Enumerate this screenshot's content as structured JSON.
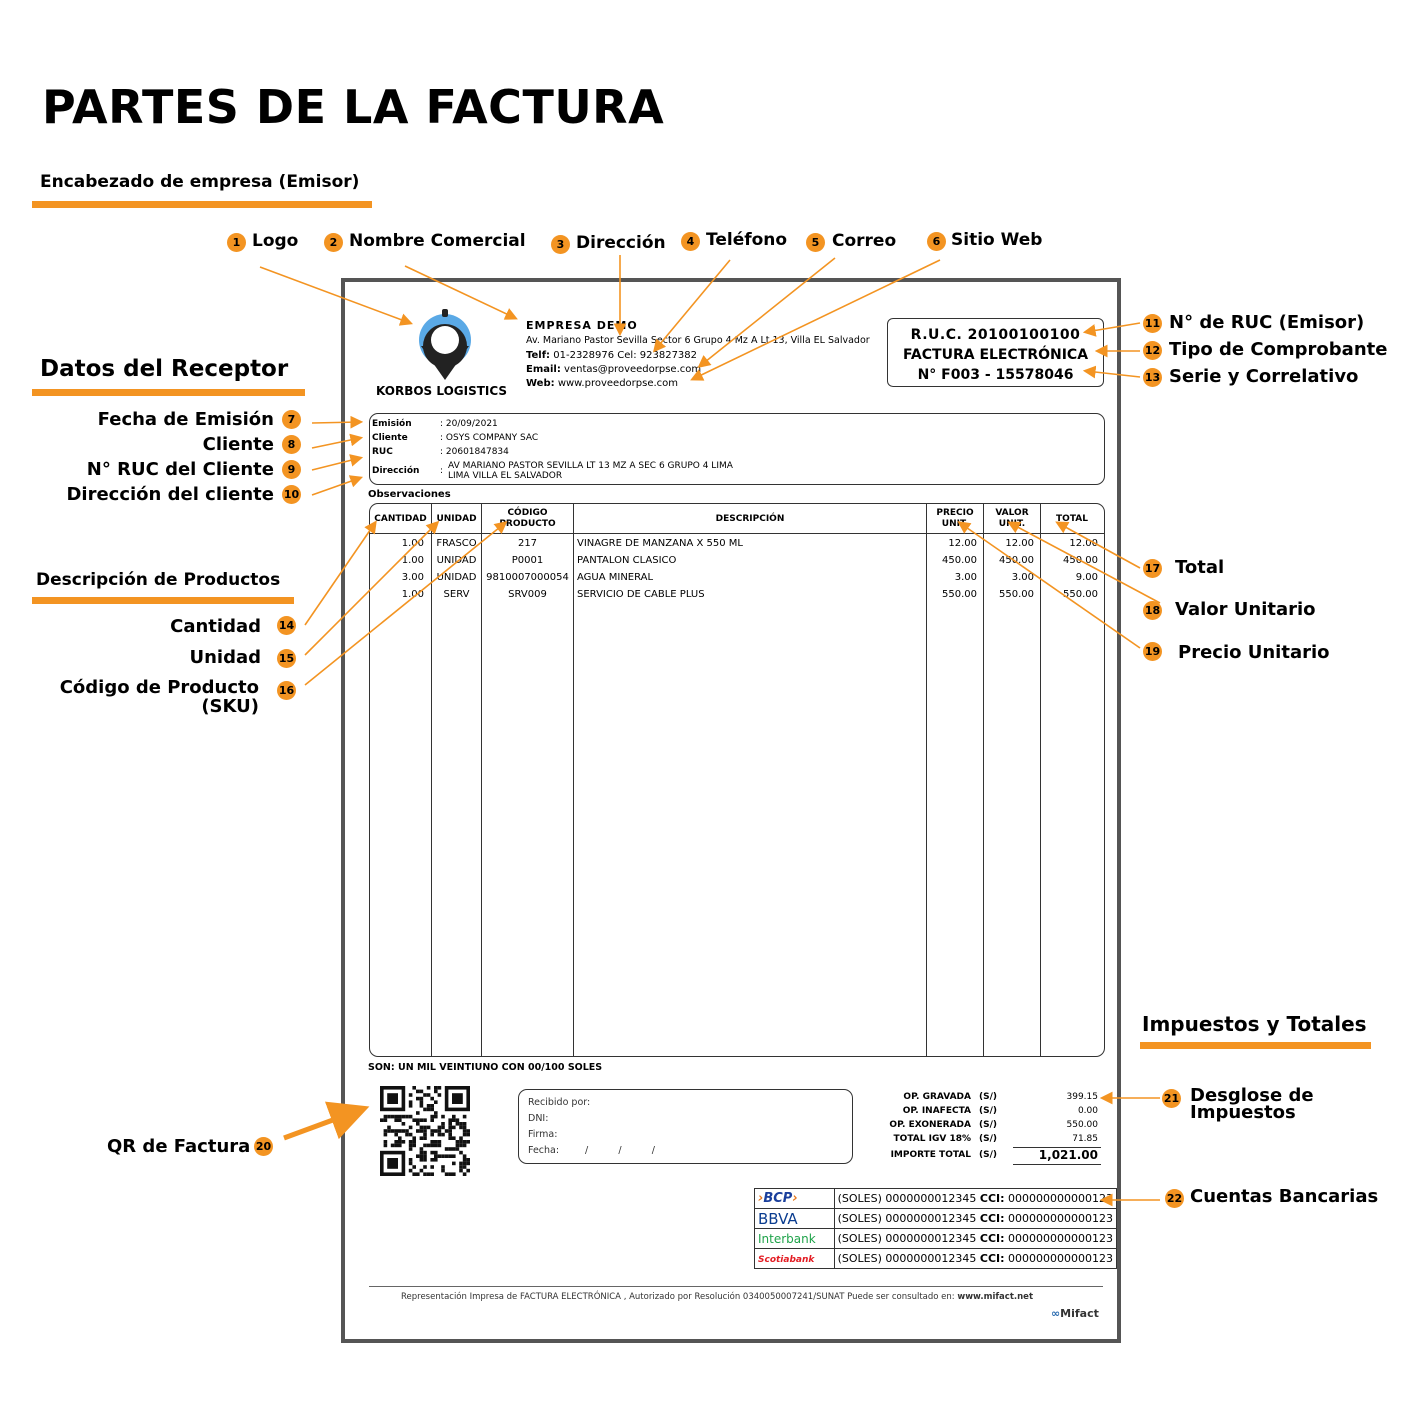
{
  "title": "PARTES DE LA FACTURA",
  "sections": {
    "emisor": "Encabezado de empresa (Emisor)",
    "receptor": "Datos del Receptor",
    "productos": "Descripción de Productos",
    "impuestos": "Impuestos y Totales"
  },
  "labels": [
    {
      "n": "1",
      "text": "Logo"
    },
    {
      "n": "2",
      "text": "Nombre Comercial"
    },
    {
      "n": "3",
      "text": "Dirección"
    },
    {
      "n": "4",
      "text": "Teléfono"
    },
    {
      "n": "5",
      "text": "Correo"
    },
    {
      "n": "6",
      "text": "Sitio Web"
    },
    {
      "n": "7",
      "text": "Fecha de Emisión"
    },
    {
      "n": "8",
      "text": "Cliente"
    },
    {
      "n": "9",
      "text": "N° RUC del Cliente"
    },
    {
      "n": "10",
      "text": "Dirección del cliente"
    },
    {
      "n": "11",
      "text": "N° de RUC (Emisor)"
    },
    {
      "n": "12",
      "text": "Tipo de Comprobante"
    },
    {
      "n": "13",
      "text": "Serie y Correlativo"
    },
    {
      "n": "14",
      "text": "Cantidad"
    },
    {
      "n": "15",
      "text": "Unidad"
    },
    {
      "n": "16",
      "text": "Código de Producto"
    },
    {
      "n": "17",
      "text": "Total"
    },
    {
      "n": "18",
      "text": "Valor Unitario"
    },
    {
      "n": "19",
      "text": "Precio Unitario"
    },
    {
      "n": "20",
      "text": "QR de Factura"
    },
    {
      "n": "21",
      "text": "Desglose de"
    },
    {
      "n": "22",
      "text": "Cuentas Bancarias"
    }
  ],
  "label_extra": {
    "sku": "(SKU)",
    "impuestos": "Impuestos"
  },
  "colors": {
    "accent": "#f39422",
    "frame": "#555555",
    "logo_blue": "#5aa9e6"
  },
  "invoice": {
    "logo_text": "KORBOS LOGISTICS",
    "company": "EMPRESA DEMO",
    "address": "Av. Mariano Pastor Sevilla Sector 6 Grupo 4 Mz A Lt 13, Villa EL Salvador",
    "phone_label": "Telf:",
    "phone": "01-2328976 Cel: 923827382",
    "email_label": "Email:",
    "email": "ventas@proveedorpse.com",
    "web_label": "Web:",
    "web": "www.proveedorpse.com",
    "ruc_line": "R.U.C. 20100100100",
    "doc_type": "FACTURA ELECTRÓNICA",
    "serie_line": "N°  F003 - 15578046",
    "client": {
      "emision_label": "Emisión",
      "emision": ": 20/09/2021",
      "cliente_label": "Cliente",
      "cliente": ": OSYS COMPANY SAC",
      "ruc_label": "RUC",
      "ruc": ": 20601847834",
      "dir_label": "Dirección",
      "dir_colon": ":",
      "dir1": "AV MARIANO PASTOR SEVILLA LT 13 MZ A SEC 6 GRUPO 4 LIMA",
      "dir2": "LIMA VILLA EL SALVADOR"
    },
    "observaciones": "Observaciones",
    "headers": {
      "cantidad": "CANTIDAD",
      "unidad": "UNIDAD",
      "codigo1": "CÓDIGO",
      "codigo2": "PRODUCTO",
      "descripcion": "DESCRIPCIÓN",
      "precio1": "PRECIO",
      "precio2": "UNIT.",
      "valor1": "VALOR",
      "valor2": "UNIT.",
      "total": "TOTAL"
    },
    "items": [
      {
        "cantidad": "1.00",
        "unidad": "FRASCO",
        "codigo": "217",
        "descripcion": "VINAGRE DE MANZANA X 550 ML",
        "precio": "12.00",
        "valor": "12.00",
        "total": "12.00"
      },
      {
        "cantidad": "1.00",
        "unidad": "UNIDAD",
        "codigo": "P0001",
        "descripcion": "PANTALON CLASICO",
        "precio": "450.00",
        "valor": "450.00",
        "total": "450.00"
      },
      {
        "cantidad": "3.00",
        "unidad": "UNIDAD",
        "codigo": "9810007000054",
        "descripcion": "AGUA MINERAL",
        "precio": "3.00",
        "valor": "3.00",
        "total": "9.00"
      },
      {
        "cantidad": "1.00",
        "unidad": "SERV",
        "codigo": "SRV009",
        "descripcion": "SERVICIO DE CABLE PLUS",
        "precio": "550.00",
        "valor": "550.00",
        "total": "550.00"
      }
    ],
    "son": "SON: UN MIL VEINTIUNO CON 00/100 SOLES",
    "recibido": {
      "recibido": "Recibido por:",
      "dni": "DNI:",
      "firma": "Firma:",
      "fecha": "Fecha:",
      "fecha_slashes": "/          /          /"
    },
    "totals": [
      {
        "label": "OP. GRAVADA",
        "cur": "(S/)",
        "value": "399.15"
      },
      {
        "label": "OP. INAFECTA",
        "cur": "(S/)",
        "value": "0.00"
      },
      {
        "label": "OP. EXONERADA",
        "cur": "(S/)",
        "value": "550.00"
      },
      {
        "label": "TOTAL IGV 18%",
        "cur": "(S/)",
        "value": "71.85"
      }
    ],
    "importe_label": "IMPORTE TOTAL",
    "importe_cur": "(S/)",
    "importe": "1,021.00",
    "banks": [
      {
        "name": "BCP",
        "soles": "(SOLES) 0000000012345",
        "cci_label": "CCI:",
        "cci": "000000000000123",
        "color": "#1a3f9c"
      },
      {
        "name": "BBVA",
        "soles": "(SOLES) 0000000012345",
        "cci_label": "CCI:",
        "cci": "000000000000123",
        "color": "#0a3c8f"
      },
      {
        "name": "Interbank",
        "soles": "(SOLES) 0000000012345",
        "cci_label": "CCI:",
        "cci": "000000000000123",
        "color": "#1fa34a"
      },
      {
        "name": "Scotiabank",
        "soles": "(SOLES) 0000000012345",
        "cci_label": "CCI:",
        "cci": "000000000000123",
        "color": "#e31c23"
      }
    ],
    "footer": "Representación Impresa de FACTURA ELECTRÓNICA , Autorizado por Resolución 0340050007241/SUNAT Puede ser consultado en:",
    "footer_link": "www.mifact.net",
    "brand": "Mifact"
  }
}
